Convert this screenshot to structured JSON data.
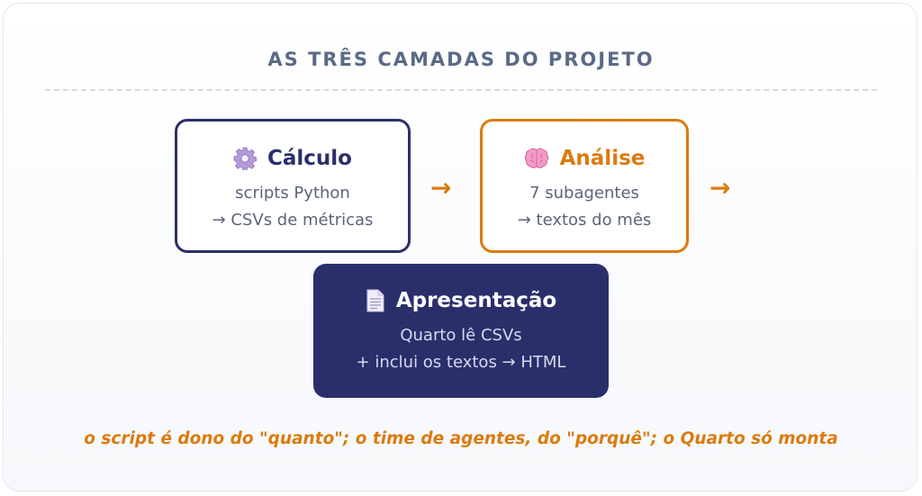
{
  "title": "AS TRÊS CAMADAS DO PROJETO",
  "boxes": {
    "calculo": {
      "icon": "gear-icon",
      "heading": "Cálculo",
      "line1": "scripts Python",
      "line2": "→ CSVs de métricas",
      "border_color": "#2a2f6b"
    },
    "analise": {
      "icon": "brain-icon",
      "heading": "Análise",
      "line1": "7 subagentes",
      "line2": "→ textos do mês",
      "border_color": "#dc7a0e"
    },
    "apresentacao": {
      "icon": "document-icon",
      "heading": "Apresentação",
      "line1": "Quarto lê CSVs",
      "line2": "+ inclui os textos → HTML",
      "fill_color": "#2a2f6b"
    }
  },
  "arrows": {
    "first": "→",
    "second": "→"
  },
  "caption": "o script é dono do \"quanto\"; o time de agentes, do \"porquê\"; o Quarto só monta",
  "colors": {
    "accent": "#dc7a0e",
    "navy": "#2a2f6b",
    "title": "#5a6a86"
  }
}
